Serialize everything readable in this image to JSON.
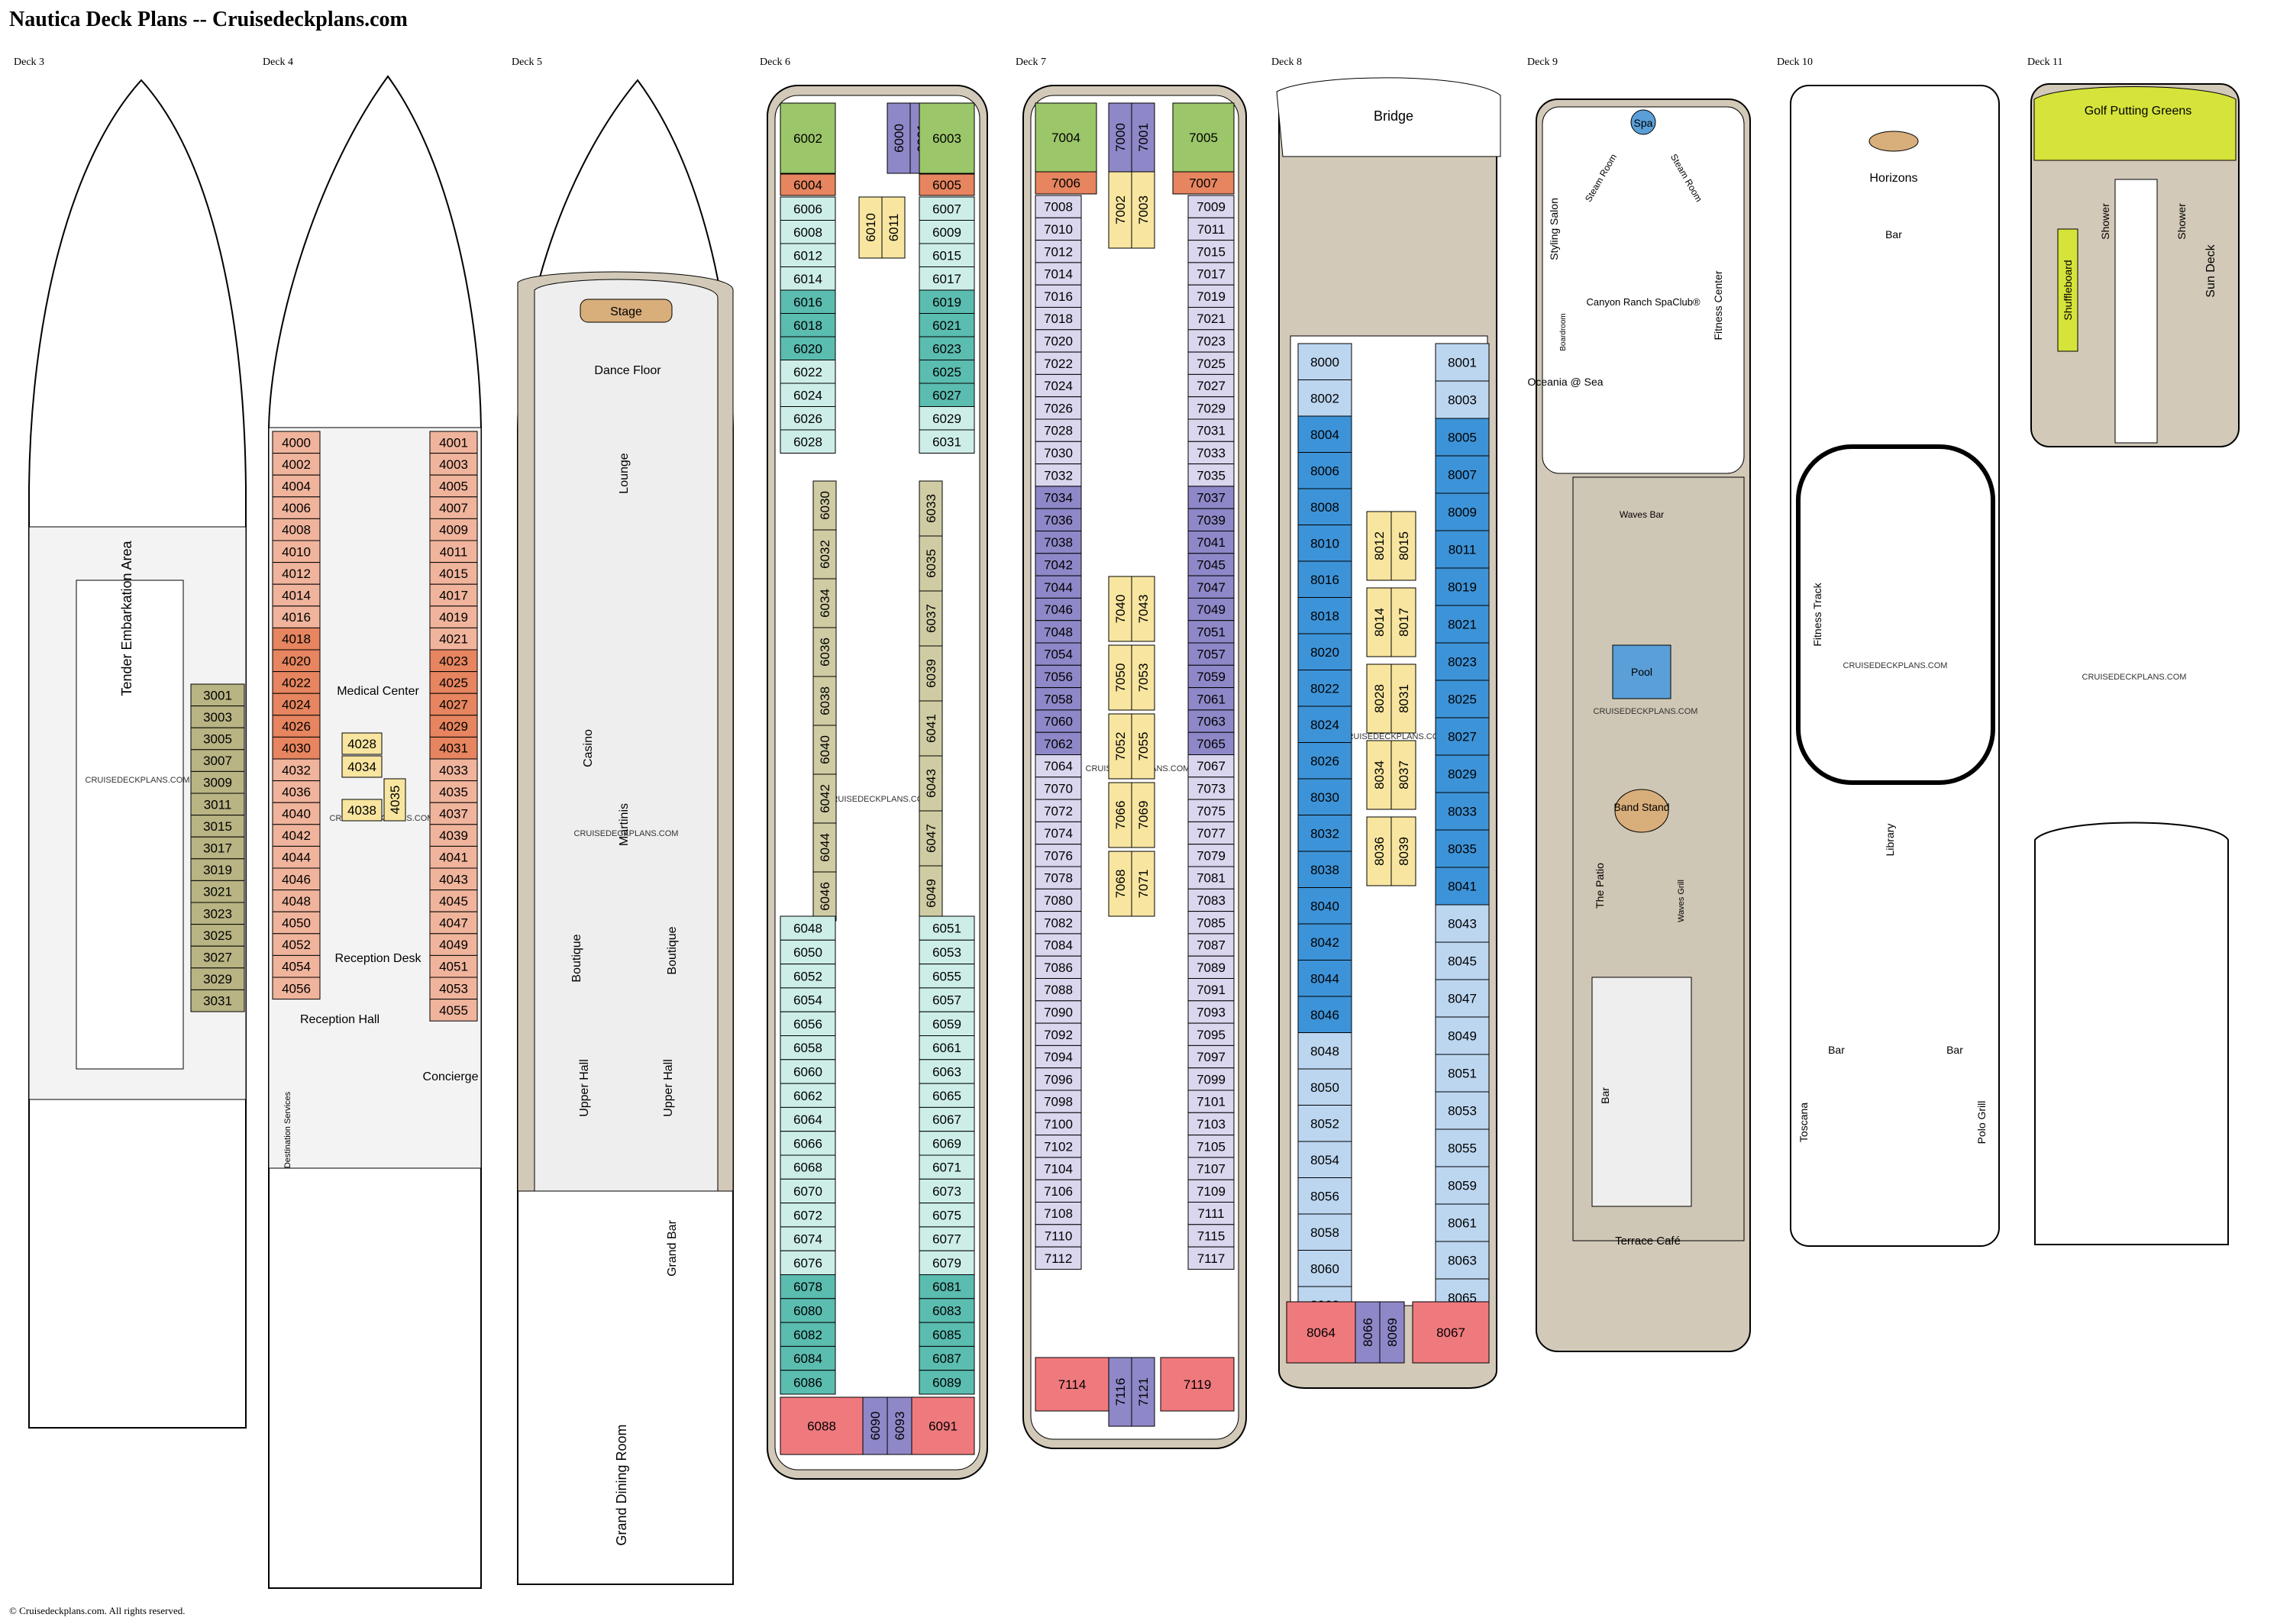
{
  "title": "Nautica Deck Plans -- Cruisedeckplans.com",
  "footer": "© Cruisedeckplans.com. All rights reserved.",
  "watermark": "CRUISEDECKPLANS.COM",
  "colors": {
    "outline": "#000000",
    "salmon": "#f0b49c",
    "salmon_dark": "#e6855f",
    "teal_light": "#cdeee8",
    "teal": "#5bbcb0",
    "olive": "#cfcca4",
    "olive_dark": "#b8b483",
    "lavender_light": "#d9d6ee",
    "lavender": "#8e88c8",
    "blue_light": "#bcd6f0",
    "blue": "#3d93d8",
    "yellow": "#f8e6a0",
    "green": "#9cc66a",
    "pink": "#ef7a7e",
    "lime": "#d6e33a",
    "deck_wood": "#d2c9b8"
  },
  "decks": [
    {
      "label": "Deck 3",
      "features": {
        "tender": "Tender Embarkation Area"
      },
      "cabins": {
        "right": [
          "3001",
          "3003",
          "3005",
          "3007",
          "3009",
          "3011",
          "3015",
          "3017",
          "3019",
          "3021",
          "3023",
          "3025",
          "3027",
          "3029",
          "3031"
        ]
      }
    },
    {
      "label": "Deck 4",
      "features": {
        "medical": "Medical Center",
        "reception_desk": "Reception Desk",
        "reception_hall": "Reception Hall",
        "concierge": "Concierge",
        "destination": "Destination Services"
      },
      "cabins": {
        "left": [
          "4000",
          "4002",
          "4004",
          "4006",
          "4008",
          "4010",
          "4012",
          "4014",
          "4016",
          "4018",
          "4020",
          "4022",
          "4024",
          "4026",
          "4030",
          "4032",
          "4036",
          "4040",
          "4042",
          "4044",
          "4046",
          "4048",
          "4050",
          "4052",
          "4054",
          "4056"
        ],
        "right": [
          "4001",
          "4003",
          "4005",
          "4007",
          "4009",
          "4011",
          "4015",
          "4017",
          "4019",
          "4021",
          "4023",
          "4025",
          "4027",
          "4029",
          "4031",
          "4033",
          "4035",
          "4037",
          "4039",
          "4041",
          "4043",
          "4045",
          "4047",
          "4049",
          "4051",
          "4053",
          "4055"
        ],
        "center": [
          "4028",
          "4034",
          "4038",
          "4035"
        ]
      }
    },
    {
      "label": "Deck 5",
      "features": {
        "stage": "Stage",
        "dance_floor": "Dance Floor",
        "lounge": "Lounge",
        "casino": "Casino",
        "martinis": "Martinis",
        "boutique1": "Boutique",
        "boutique2": "Boutique",
        "upper_hall1": "Upper Hall",
        "upper_hall2": "Upper Hall",
        "grand_bar": "Grand Bar",
        "grand_dining": "Grand Dining Room"
      }
    },
    {
      "label": "Deck 6",
      "cabins": {
        "bow": [
          "6002",
          "6000",
          "6001",
          "6003"
        ],
        "row2": [
          "6004",
          "6005"
        ],
        "center_fwd": [
          "6010",
          "6011"
        ],
        "left": [
          "6006",
          "6008",
          "6012",
          "6014",
          "6016",
          "6018",
          "6020",
          "6022",
          "6024",
          "6026",
          "6028"
        ],
        "right": [
          "6007",
          "6009",
          "6015",
          "6017",
          "6019",
          "6021",
          "6023",
          "6025",
          "6027",
          "6029",
          "6031"
        ],
        "ov_left": [
          "6030",
          "6032",
          "6034",
          "6036",
          "6038",
          "6040",
          "6042",
          "6044",
          "6046"
        ],
        "ov_right": [
          "6033",
          "6035",
          "6037",
          "6039",
          "6041",
          "6043",
          "6047",
          "6049"
        ],
        "left_aft": [
          "6048",
          "6050",
          "6052",
          "6054",
          "6056",
          "6058",
          "6060",
          "6062",
          "6064",
          "6066",
          "6068",
          "6070",
          "6072",
          "6074",
          "6076",
          "6078",
          "6080",
          "6082",
          "6084",
          "6086"
        ],
        "right_aft": [
          "6051",
          "6053",
          "6055",
          "6057",
          "6059",
          "6061",
          "6063",
          "6065",
          "6067",
          "6069",
          "6071",
          "6073",
          "6075",
          "6077",
          "6079",
          "6081",
          "6083",
          "6085",
          "6087",
          "6089"
        ],
        "stern": [
          "6088",
          "6090",
          "6093",
          "6091"
        ]
      }
    },
    {
      "label": "Deck 7",
      "cabins": {
        "bow": [
          "7004",
          "7000",
          "7001",
          "7005"
        ],
        "row2": [
          "7006",
          "7007"
        ],
        "center_fwd": [
          "7002",
          "7003"
        ],
        "left": [
          "7008",
          "7010",
          "7012",
          "7014",
          "7016",
          "7018",
          "7020",
          "7022",
          "7024",
          "7026",
          "7028",
          "7030",
          "7032",
          "7034",
          "7036",
          "7038",
          "7042",
          "7044",
          "7046",
          "7048",
          "7054",
          "7056",
          "7058",
          "7060",
          "7062",
          "7064",
          "7070",
          "7072",
          "7074",
          "7076",
          "7078",
          "7080",
          "7082",
          "7084",
          "7086",
          "7088",
          "7090",
          "7092",
          "7094",
          "7096",
          "7098",
          "7100",
          "7102",
          "7104",
          "7106",
          "7108",
          "7110",
          "7112"
        ],
        "right": [
          "7009",
          "7011",
          "7015",
          "7017",
          "7019",
          "7021",
          "7023",
          "7025",
          "7027",
          "7029",
          "7031",
          "7033",
          "7035",
          "7037",
          "7039",
          "7041",
          "7045",
          "7047",
          "7049",
          "7051",
          "7057",
          "7059",
          "7061",
          "7063",
          "7065",
          "7067",
          "7073",
          "7075",
          "7077",
          "7079",
          "7081",
          "7083",
          "7085",
          "7087",
          "7089",
          "7091",
          "7093",
          "7095",
          "7097",
          "7099",
          "7101",
          "7103",
          "7105",
          "7107",
          "7109",
          "7111",
          "7115",
          "7117"
        ],
        "center": [
          "7040",
          "7043",
          "7050",
          "7053",
          "7052",
          "7055",
          "7066",
          "7069",
          "7068",
          "7071"
        ],
        "stern": [
          "7114",
          "7116",
          "7121",
          "7119"
        ]
      }
    },
    {
      "label": "Deck 8",
      "features": {
        "bridge": "Bridge"
      },
      "cabins": {
        "left": [
          "8000",
          "8002",
          "8004",
          "8006",
          "8008",
          "8010",
          "8016",
          "8018",
          "8020",
          "8022",
          "8024",
          "8026",
          "8030",
          "8032",
          "8038",
          "8040",
          "8042",
          "8044",
          "8046",
          "8048",
          "8050",
          "8052",
          "8054",
          "8056",
          "8058",
          "8060",
          "8062"
        ],
        "right": [
          "8001",
          "8003",
          "8005",
          "8007",
          "8009",
          "8011",
          "8019",
          "8021",
          "8023",
          "8025",
          "8027",
          "8029",
          "8033",
          "8035",
          "8041",
          "8043",
          "8045",
          "8047",
          "8049",
          "8051",
          "8053",
          "8055",
          "8059",
          "8061",
          "8063",
          "8065"
        ],
        "center": [
          "8012",
          "8015",
          "8014",
          "8017",
          "8028",
          "8031",
          "8034",
          "8037",
          "8036",
          "8039"
        ],
        "stern": [
          "8064",
          "8066",
          "8069",
          "8067"
        ]
      }
    },
    {
      "label": "Deck 9",
      "features": {
        "spa": "Spa",
        "steam1": "Steam Room",
        "steam2": "Steam Room",
        "styling": "Styling Salon",
        "canyon": "Canyon Ranch SpaClub®",
        "fitness": "Fitness Center",
        "boardroom": "Boardroom",
        "oceania": "Oceania @ Sea",
        "waves_bar": "Waves Bar",
        "pool": "Pool",
        "band": "Band Stand",
        "patio": "The Patio",
        "waves_grill": "Waves Grill",
        "bar": "Bar",
        "terrace": "Terrace Café"
      }
    },
    {
      "label": "Deck 10",
      "features": {
        "horizons": "Horizons",
        "bar": "Bar",
        "track": "Fitness Track",
        "library": "Library",
        "bar2": "Bar",
        "bar3": "Bar",
        "toscana": "Toscana",
        "polo": "Polo Grill"
      }
    },
    {
      "label": "Deck 11",
      "features": {
        "golf": "Golf Putting Greens",
        "shuffle": "Shuffleboard",
        "shower1": "Shower",
        "shower2": "Shower",
        "sundeck": "Sun Deck"
      }
    }
  ]
}
